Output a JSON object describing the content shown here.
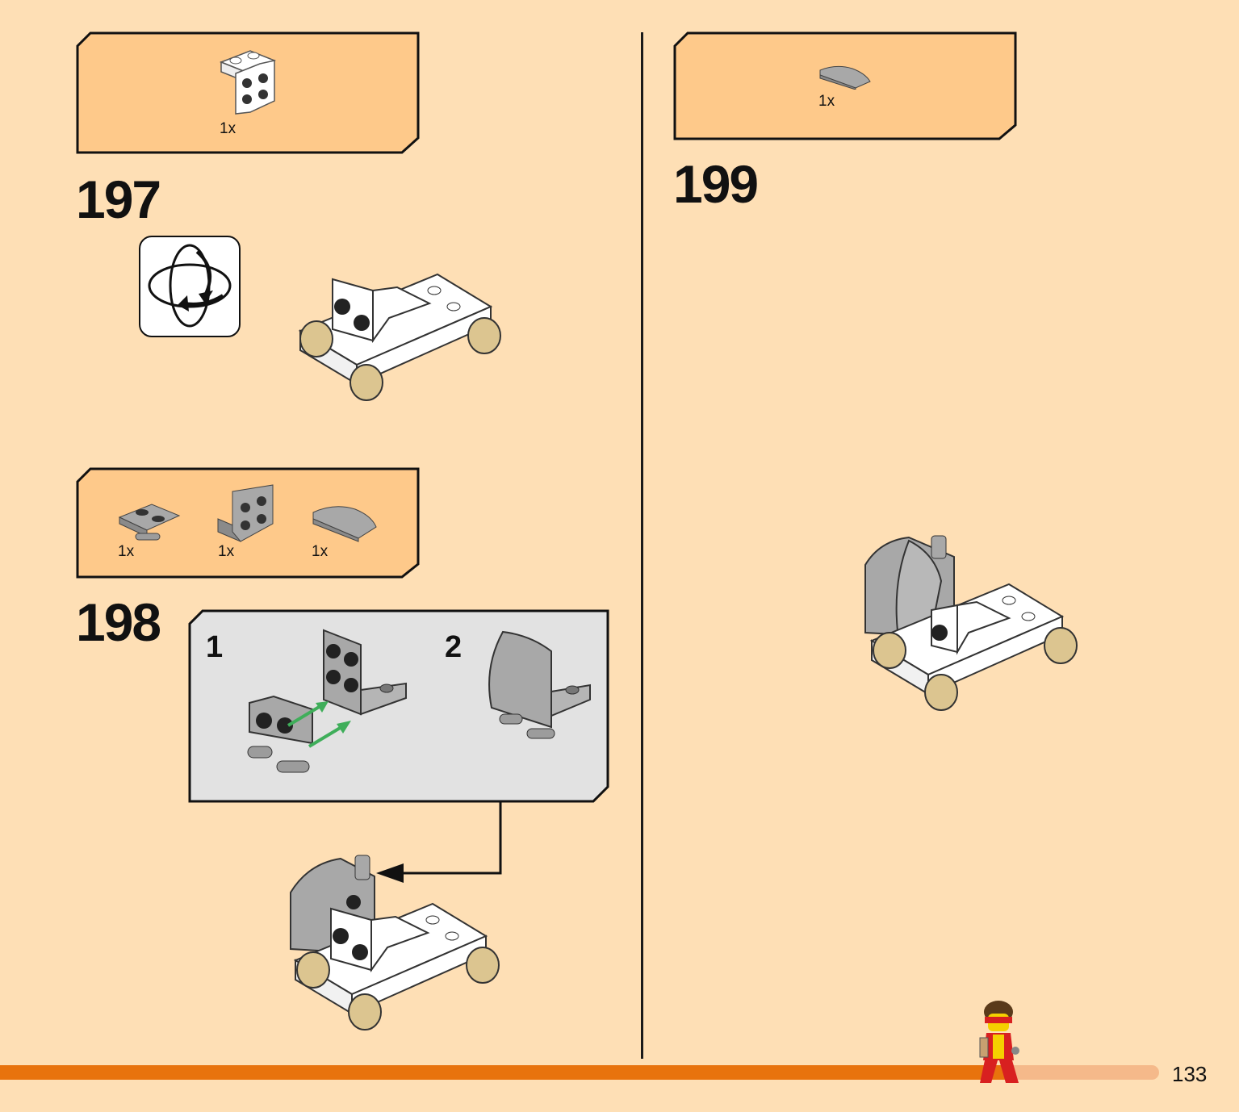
{
  "steps": [
    {
      "number": "197",
      "parts": [
        {
          "qty": "1x",
          "part": "white-bracket-1x2-2x2"
        }
      ]
    },
    {
      "number": "198",
      "parts": [
        {
          "qty": "1x",
          "part": "gray-plate-1x2-with-bars"
        },
        {
          "qty": "1x",
          "part": "gray-bracket-1x2-2x2"
        },
        {
          "qty": "1x",
          "part": "gray-curved-slope"
        }
      ],
      "substeps": [
        "1",
        "2"
      ]
    },
    {
      "number": "199",
      "parts": [
        {
          "qty": "1x",
          "part": "gray-curved-slope-small"
        }
      ]
    }
  ],
  "colors": {
    "page_background": "#fedfb5",
    "parts_box": "#fec98a",
    "substep_box": "#e2e2e2",
    "progress_fill": "#e8730d",
    "progress_track": "#f5b98a",
    "arrow_green": "#3fae5a",
    "brick_gray": "#a8a8a8",
    "brick_white": "#ffffff",
    "wheel_tan": "#dcc590"
  },
  "progress": {
    "fraction": 0.87
  },
  "page": {
    "number": "133"
  }
}
